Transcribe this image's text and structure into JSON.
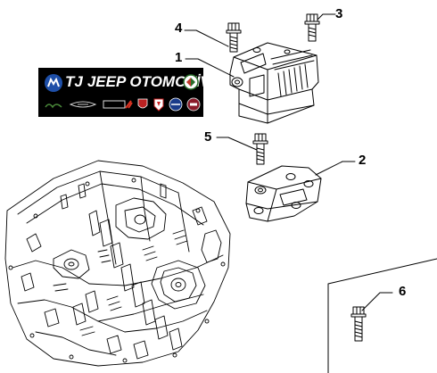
{
  "callouts": [
    {
      "id": "1",
      "text": "1"
    },
    {
      "id": "2",
      "text": "2"
    },
    {
      "id": "3",
      "text": "3"
    },
    {
      "id": "4",
      "text": "4"
    },
    {
      "id": "5",
      "text": "5"
    },
    {
      "id": "6",
      "text": "6"
    }
  ],
  "banner": {
    "mark": "TJ",
    "name": "JEEP OTOMOTİV",
    "background": "#000000",
    "text_color": "#ffffff",
    "logos": [
      "mopar-logo",
      "jeep-logo",
      "chrysler-logo",
      "dodge-logo",
      "ram-logo",
      "abarth-logo",
      "lancia-logo",
      "fiat-logo",
      "alfa-romeo-logo"
    ]
  }
}
